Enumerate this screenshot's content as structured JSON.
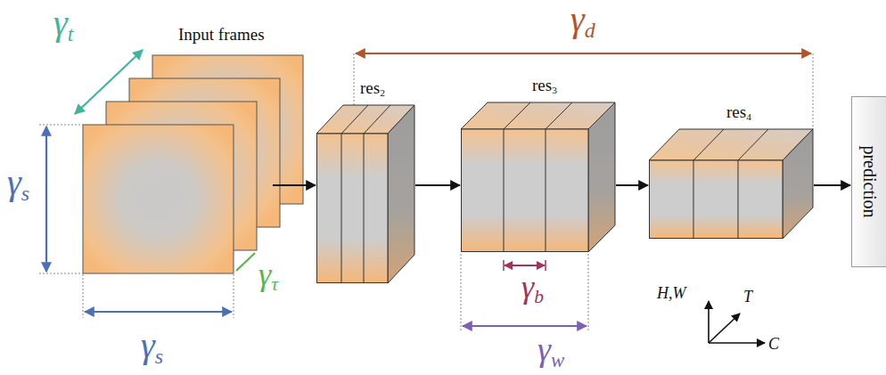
{
  "diagram": {
    "nodes": [
      {
        "text": [
          "Input frames"
        ]
      },
      {
        "text": [
          "res2"
        ]
      },
      {
        "text": [
          "res3"
        ]
      },
      {
        "text": [
          "res4"
        ]
      },
      {
        "text": [
          "prediction"
        ]
      }
    ],
    "edges": [
      {
        "from": 0,
        "to": 1,
        "arrow": "to"
      },
      {
        "from": 1,
        "to": 2,
        "arrow": "to"
      },
      {
        "from": 2,
        "to": 3,
        "arrow": "to"
      },
      {
        "from": 3,
        "to": 4,
        "arrow": "to"
      }
    ],
    "labels": [
      "γt",
      "γs",
      "γs",
      "γτ",
      "γd",
      "γb",
      "γw",
      "H,W",
      "T",
      "C"
    ]
  }
}
